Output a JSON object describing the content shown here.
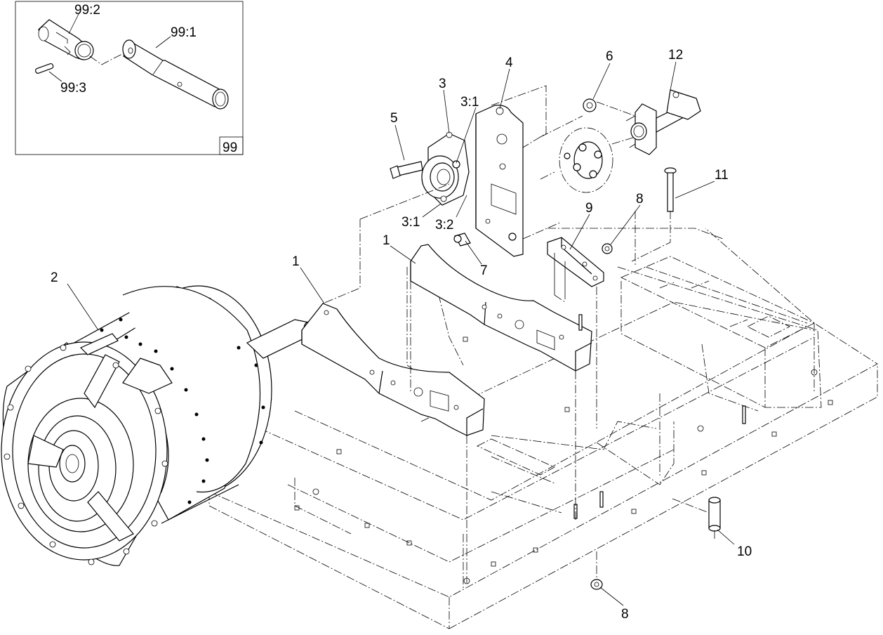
{
  "inset": {
    "box_label": "99",
    "callouts": {
      "c99_2": "99:2",
      "c99_1": "99:1",
      "c99_3": "99:3"
    }
  },
  "callouts": {
    "c1a": "1",
    "c1b": "1",
    "c2": "2",
    "c3": "3",
    "c3_1a": "3:1",
    "c3_1b": "3:1",
    "c3_2": "3:2",
    "c4": "4",
    "c5": "5",
    "c6": "6",
    "c7": "7",
    "c8a": "8",
    "c8b": "8",
    "c9": "9",
    "c10": "10",
    "c11": "11",
    "c12": "12"
  }
}
